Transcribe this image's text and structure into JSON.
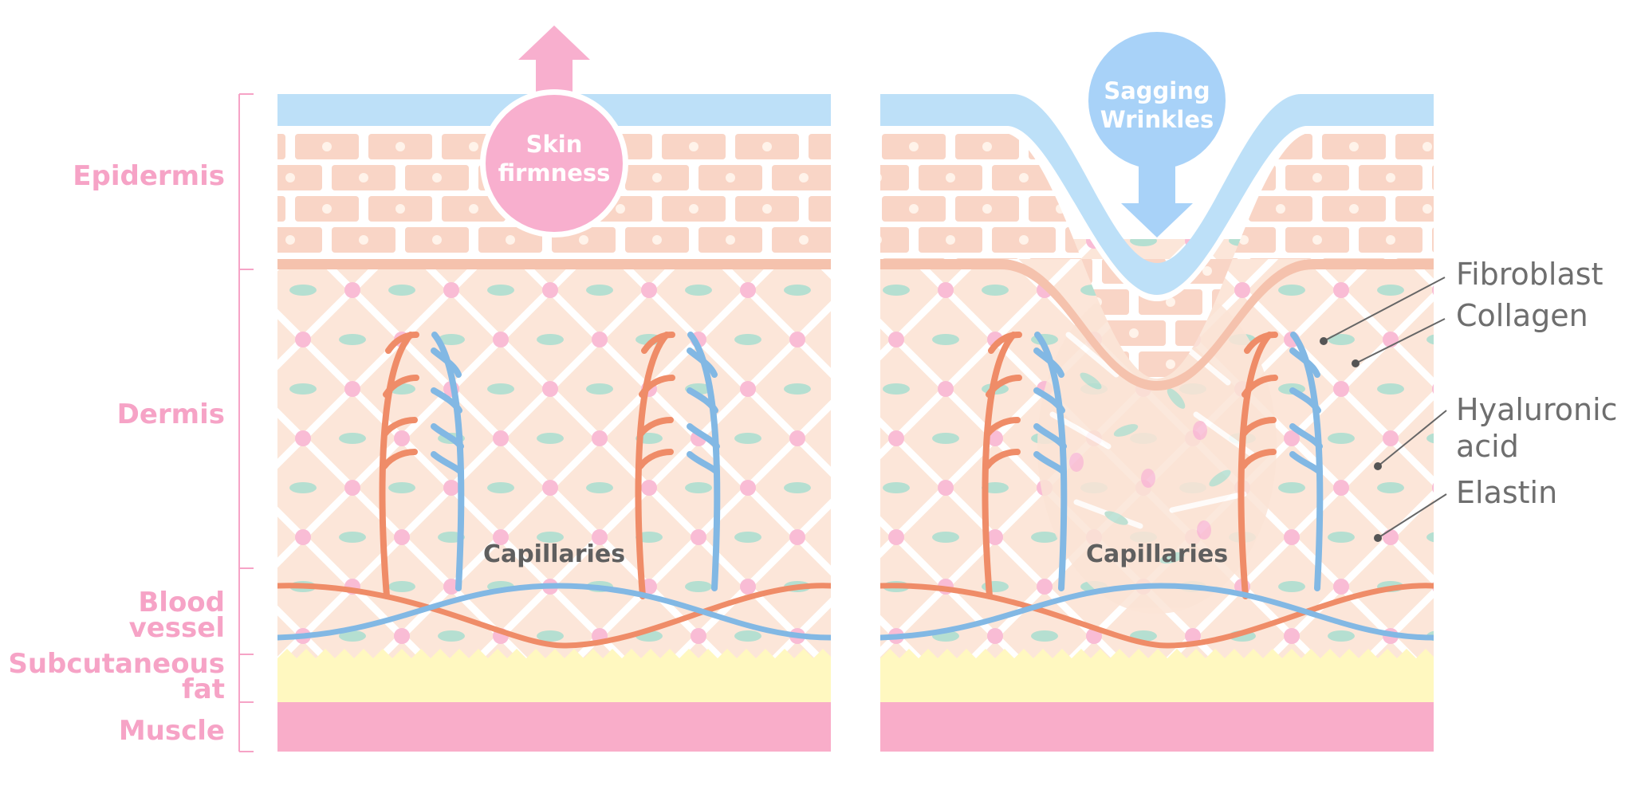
{
  "layers": {
    "epidermis": "Epidermis",
    "dermis": "Dermis",
    "blood_vessel_1": "Blood",
    "blood_vessel_2": "vessel",
    "subcutaneous_fat_1": "Subcutaneous",
    "subcutaneous_fat_2": "fat",
    "muscle": "Muscle"
  },
  "left_panel": {
    "bubble_line1": "Skin",
    "bubble_line2": "firmness",
    "capillaries": "Capillaries"
  },
  "right_panel": {
    "bubble_line1": "Sagging",
    "bubble_line2": "Wrinkles",
    "capillaries": "Capillaries"
  },
  "components": {
    "fibroblast": "Fibroblast",
    "collagen": "Collagen",
    "hyaluronic_1": "Hyaluronic",
    "hyaluronic_2": "acid",
    "elastin": "Elastin"
  },
  "colors": {
    "pink_label": "#f6a3c6",
    "skin_top_blue": "#bde0f8",
    "epidermis_cells": "#f9d5c6",
    "dermis": "#fce6d9",
    "collagen_lines": "#ffffff",
    "fibroblast_dot": "#f9bcd5",
    "elastin_oval": "#b5dfd1",
    "artery": "#ef8c68",
    "vein": "#82b8e4",
    "fat": "#fff8c0",
    "muscle": "#f9adc9",
    "firmness_bubble": "#f8afce",
    "wrinkle_bubble": "#a8d2f8",
    "grey_label": "#6e6e6e"
  }
}
